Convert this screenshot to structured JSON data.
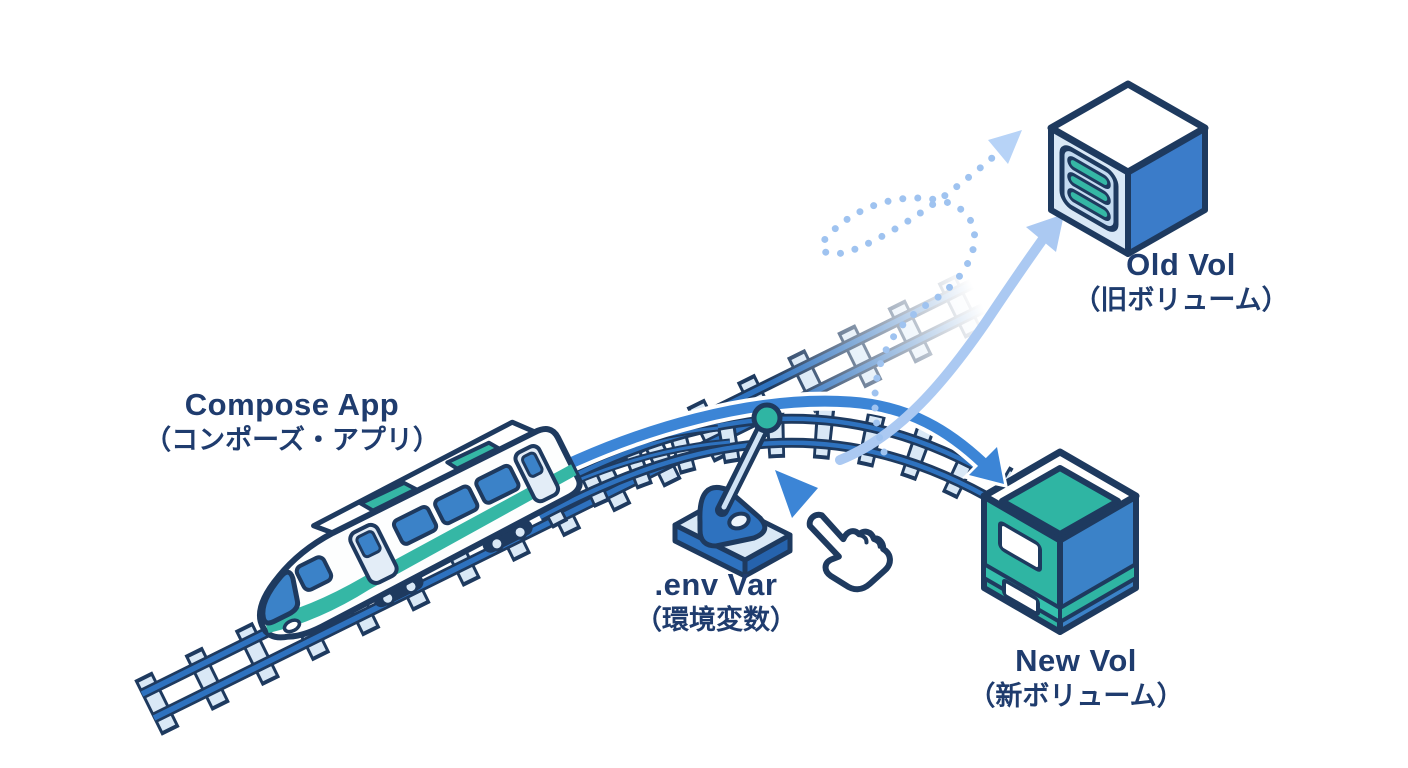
{
  "diagram": {
    "type": "isometric-illustration",
    "labels": {
      "compose_app": {
        "title": "Compose App",
        "subtitle": "（コンポーズ・アプリ）"
      },
      "env_var": {
        "title": ".env Var",
        "subtitle": "（環境変数）"
      },
      "old_vol": {
        "title": "Old Vol",
        "subtitle": "（旧ボリューム）"
      },
      "new_vol": {
        "title": "New Vol",
        "subtitle": "（新ボリューム）"
      }
    },
    "icons": {
      "train": "train-icon",
      "switch_lever": "railway-switch-lever-icon",
      "hand_cursor": "hand-cursor-icon",
      "old_volume": "cube-volume-icon",
      "new_volume": "container-volume-icon"
    },
    "arrows": [
      {
        "to": "old_vol",
        "style": "dotted-light-blue-loop"
      },
      {
        "to": "old_vol",
        "style": "solid-light-blue"
      },
      {
        "to": "new_vol",
        "style": "solid-blue"
      }
    ],
    "colors": {
      "background": "#ffffff",
      "outline_navy": "#1e3a5f",
      "text_navy": "#1f3c6e",
      "rail_blue": "#2e72bf",
      "tie_light": "#d9e8f6",
      "teal": "#2fb5a3",
      "window_blue": "#3b82c8",
      "arrow_blue": "#3c85d6",
      "arrow_light": "#abc9f2",
      "cube_face_light": "#d9e8f6",
      "cube_face_blue": "#3b7cc9"
    }
  }
}
